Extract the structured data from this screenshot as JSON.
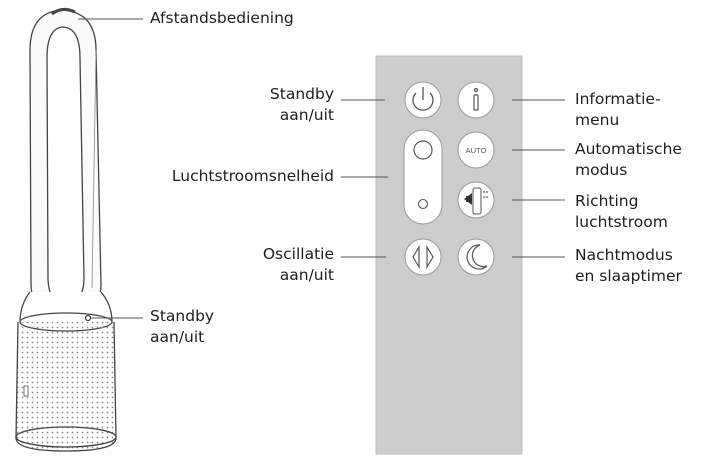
{
  "labels": {
    "remote": "Afstandsbediening",
    "standby_left": [
      "Standby",
      "aan/uit"
    ],
    "airflow_speed": "Luchtstroomsnelheid",
    "oscillation": [
      "Oscillatie",
      "aan/uit"
    ],
    "standby_fan": [
      "Standby",
      "aan/uit"
    ],
    "info_menu": [
      "Informatie-",
      "menu"
    ],
    "auto_mode": [
      "Automatische",
      "modus"
    ],
    "airflow_direction": [
      "Richting",
      "luchtstroom"
    ],
    "night_mode": [
      "Nachtmodus",
      "en slaaptimer"
    ]
  },
  "remote_buttons": {
    "power": "power-icon",
    "info": "info-icon",
    "speed_up": "circle-large-icon",
    "speed_down": "circle-small-icon",
    "auto": "AUTO",
    "direction": "airflow-direction-icon",
    "oscillation": "oscillation-arrows-icon",
    "night": "moon-icon"
  },
  "colors": {
    "remote_body": "#cdcdcd",
    "button_fill": "#ffffff",
    "line": "#555555"
  }
}
